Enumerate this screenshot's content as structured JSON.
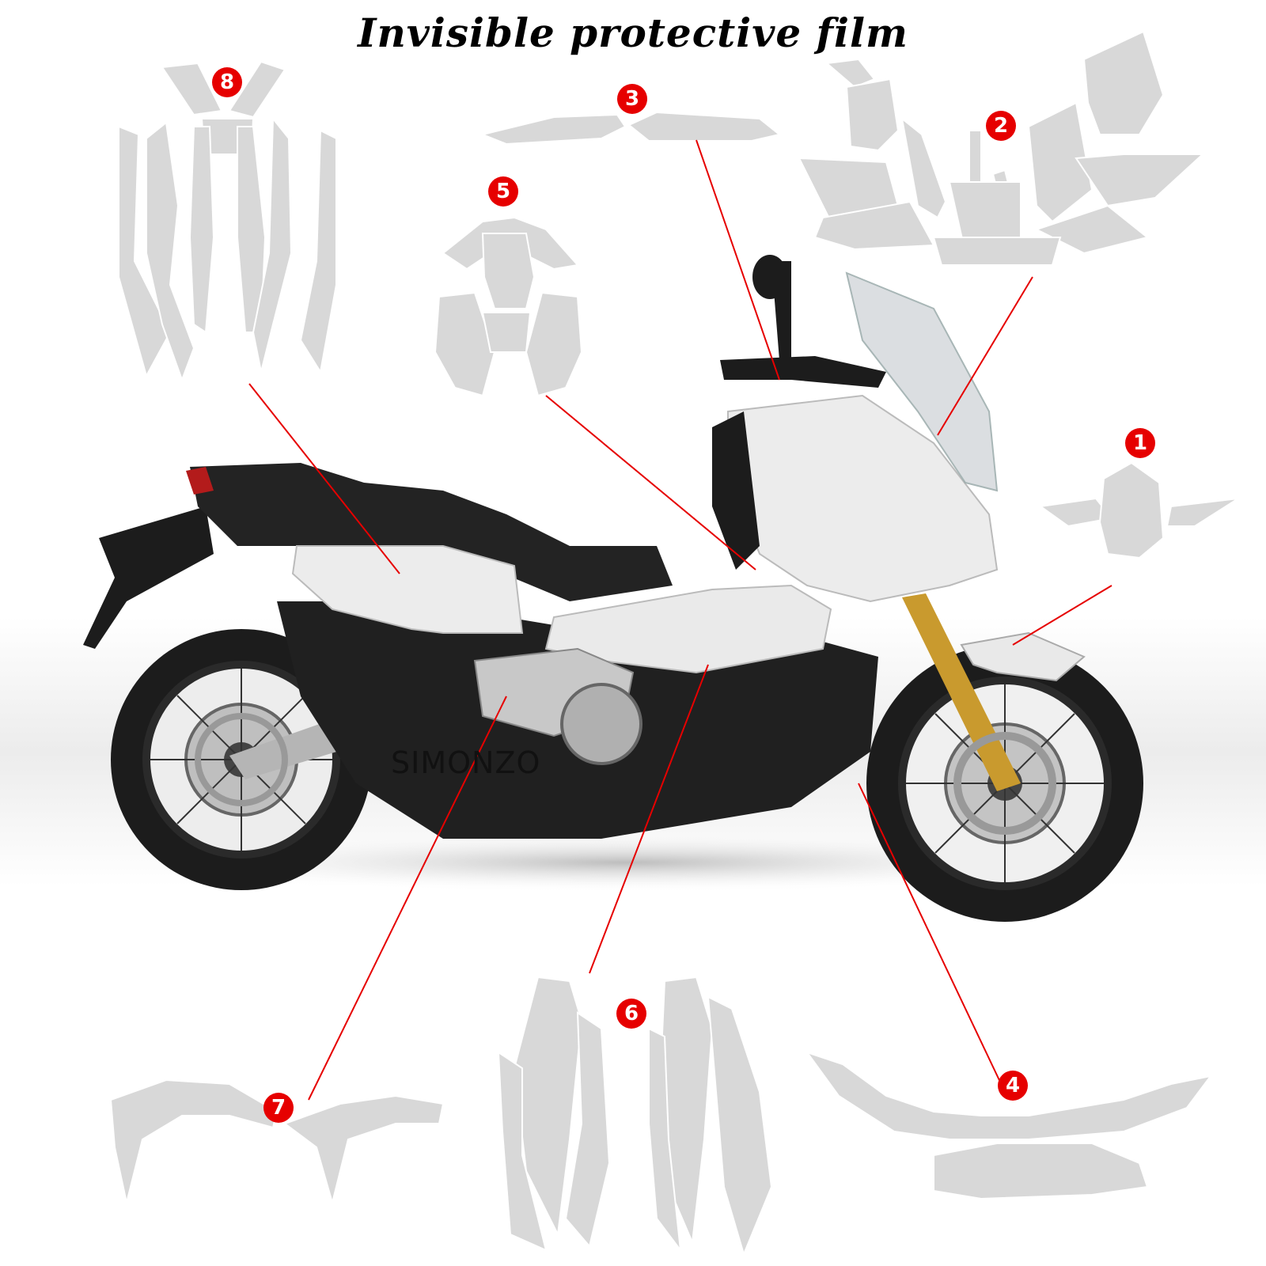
{
  "title": "Invisible protective film",
  "watermark": "SIMONZO",
  "colors": {
    "film": "#d8d8d8",
    "badge": "#e60000",
    "leader_line": "#e60000",
    "bike_body": "#e9e9e9",
    "bike_dark": "#1c1c1c"
  },
  "labels": [
    "1",
    "2",
    "3",
    "4",
    "5",
    "6",
    "7",
    "8"
  ]
}
